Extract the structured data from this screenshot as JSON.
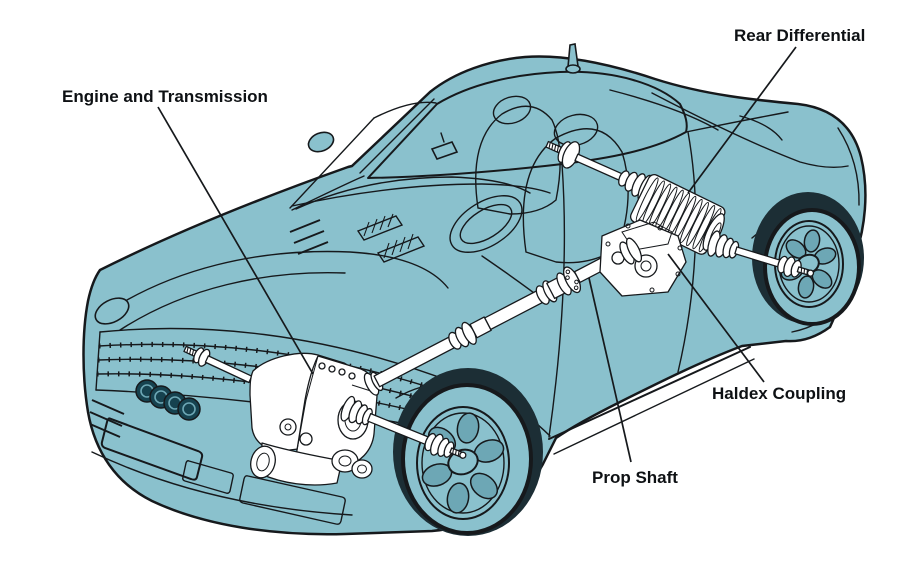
{
  "diagram": {
    "subject": "Car cutaway illustration showing quattro all-wheel-drive drivetrain components",
    "labels": [
      {
        "id": "engine_transmission",
        "text": "Engine and Transmission"
      },
      {
        "id": "rear_differential",
        "text": "Rear Differential"
      },
      {
        "id": "haldex_coupling",
        "text": "Haldex Coupling"
      },
      {
        "id": "prop_shaft",
        "text": "Prop Shaft"
      }
    ],
    "colors": {
      "background": "#ffffff",
      "body_teal": "#8ac1cd",
      "teal_shade": "#6da7b5",
      "dark_teal": "#16424f",
      "arch_shadow": "#1c2e35",
      "line": "#16191c",
      "component_white": "#ffffff",
      "label_text": "#0e1114"
    }
  }
}
